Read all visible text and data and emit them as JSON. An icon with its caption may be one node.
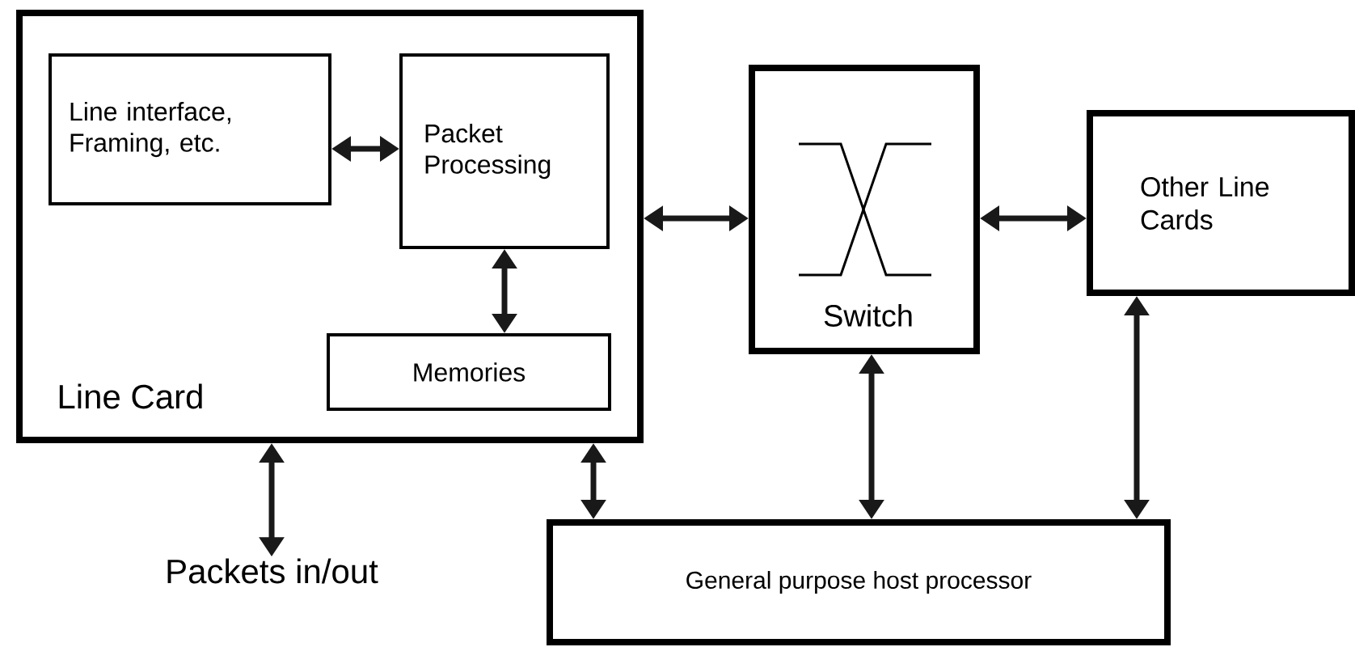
{
  "diagram": {
    "nodes": [
      {
        "text": [
          "Line Card"
        ]
      },
      {
        "text": [
          "Line interface, Framing, etc."
        ],
        "in": 0
      },
      {
        "text": [
          "Packet Processing"
        ],
        "in": 0
      },
      {
        "text": [
          "Memories"
        ],
        "in": 0
      },
      {
        "text": [
          "Switch"
        ]
      },
      {
        "text": [
          "Other Line Cards"
        ]
      },
      {
        "text": [
          "General purpose host processor"
        ]
      },
      {
        "text": [
          "Packets in/out"
        ]
      }
    ],
    "edges": [
      {
        "from": 1,
        "to": 2,
        "arrow": "both"
      },
      {
        "from": 2,
        "to": 3,
        "arrow": "both"
      },
      {
        "from": 0,
        "to": 4,
        "arrow": "both"
      },
      {
        "from": 4,
        "to": 5,
        "arrow": "both"
      },
      {
        "from": 4,
        "to": 6,
        "arrow": "both"
      },
      {
        "from": 5,
        "to": 6,
        "arrow": "both"
      },
      {
        "from": 0,
        "to": 7,
        "arrow": "both"
      },
      {
        "from": 0,
        "to": 6,
        "arrow": "both"
      }
    ]
  }
}
